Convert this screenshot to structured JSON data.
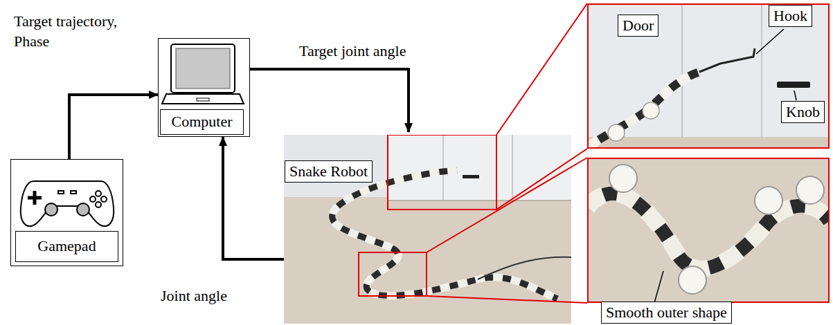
{
  "diagram": {
    "nodes": [
      {
        "text": [
          "Gamepad"
        ]
      },
      {
        "text": [
          "Computer"
        ]
      },
      {
        "text": [
          "Snake Robot"
        ]
      },
      {
        "text": [
          "Door",
          "Hook",
          "Knob"
        ]
      },
      {
        "text": [
          "Smooth outer shape"
        ]
      }
    ],
    "edges": [
      {
        "from": 0,
        "to": 1,
        "arrow": "to",
        "label": "Target trajectory, Phase"
      },
      {
        "from": 1,
        "to": 2,
        "arrow": "to",
        "label": "Target joint angle"
      },
      {
        "from": 2,
        "to": 1,
        "arrow": "to",
        "label": "Joint angle"
      },
      {
        "from": 2,
        "to": 3,
        "arrow": "none"
      },
      {
        "from": 2,
        "to": 4,
        "arrow": "none"
      }
    ]
  }
}
